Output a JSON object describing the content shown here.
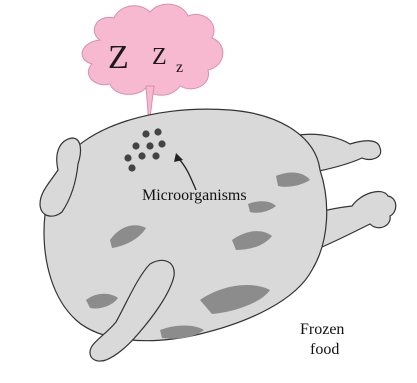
{
  "figure": {
    "sleep_letters": {
      "big": "Z",
      "medium": "Z",
      "small": "z"
    },
    "label_microorganisms": "Microorganisms",
    "label_food_line1": "Frozen",
    "label_food_line2": "food"
  },
  "colors": {
    "cloud": "#f6b9cf",
    "cloud_edge": "#d98fae",
    "chicken": "#d9d9d9",
    "chicken_shade": "#8c8c8c",
    "outline": "#333333",
    "microbe": "#444444"
  },
  "icons": {
    "thought_bubble": "thought-cloud-icon",
    "microbe_cluster": "microorganism-dots-icon",
    "food": "frozen-chicken-icon"
  }
}
